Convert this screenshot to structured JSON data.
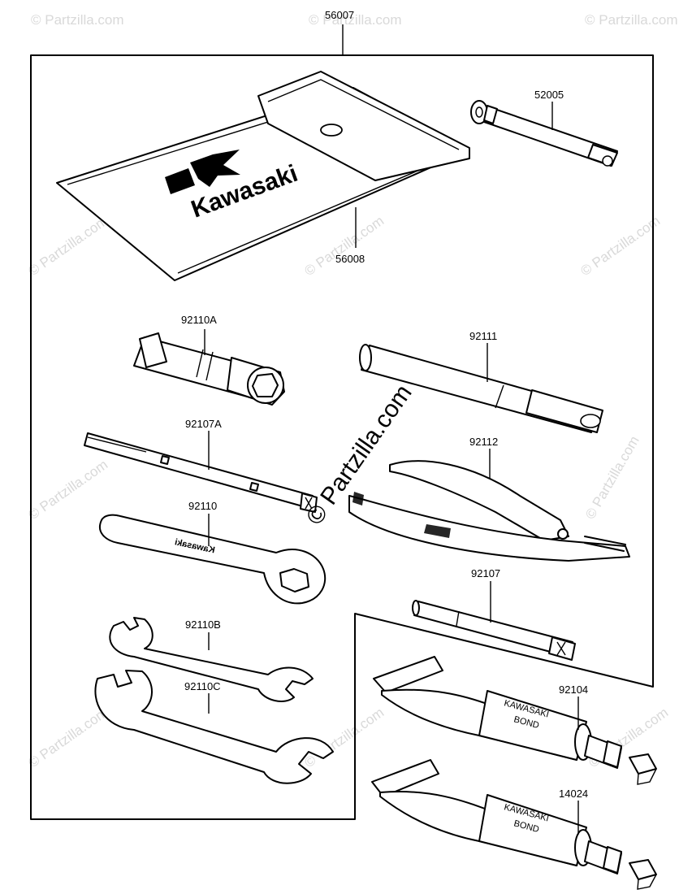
{
  "watermark": {
    "text": "© Partzilla.com",
    "center_text": "© Partzilla.com"
  },
  "brand": {
    "name": "Kawasaki"
  },
  "tube_text": {
    "line1": "KAWASAKI",
    "line2": "BOND"
  },
  "wrench_stamp": "Kawasaki",
  "parts": [
    {
      "number": "56007",
      "name": "tool-kit-assembly"
    },
    {
      "number": "52005",
      "name": "spark-plug-socket-handle"
    },
    {
      "number": "56008",
      "name": "tool-pouch"
    },
    {
      "number": "92110A",
      "name": "box-wrench-socket"
    },
    {
      "number": "92111",
      "name": "handle"
    },
    {
      "number": "92107A",
      "name": "screwdriver"
    },
    {
      "number": "92112",
      "name": "pliers"
    },
    {
      "number": "92110",
      "name": "box-wrench"
    },
    {
      "number": "92107",
      "name": "screwdriver-bit"
    },
    {
      "number": "92110B",
      "name": "open-end-wrench-small"
    },
    {
      "number": "92104",
      "name": "bond-tube-1"
    },
    {
      "number": "92110C",
      "name": "open-end-wrench-large"
    },
    {
      "number": "14024",
      "name": "bond-tube-2"
    }
  ]
}
